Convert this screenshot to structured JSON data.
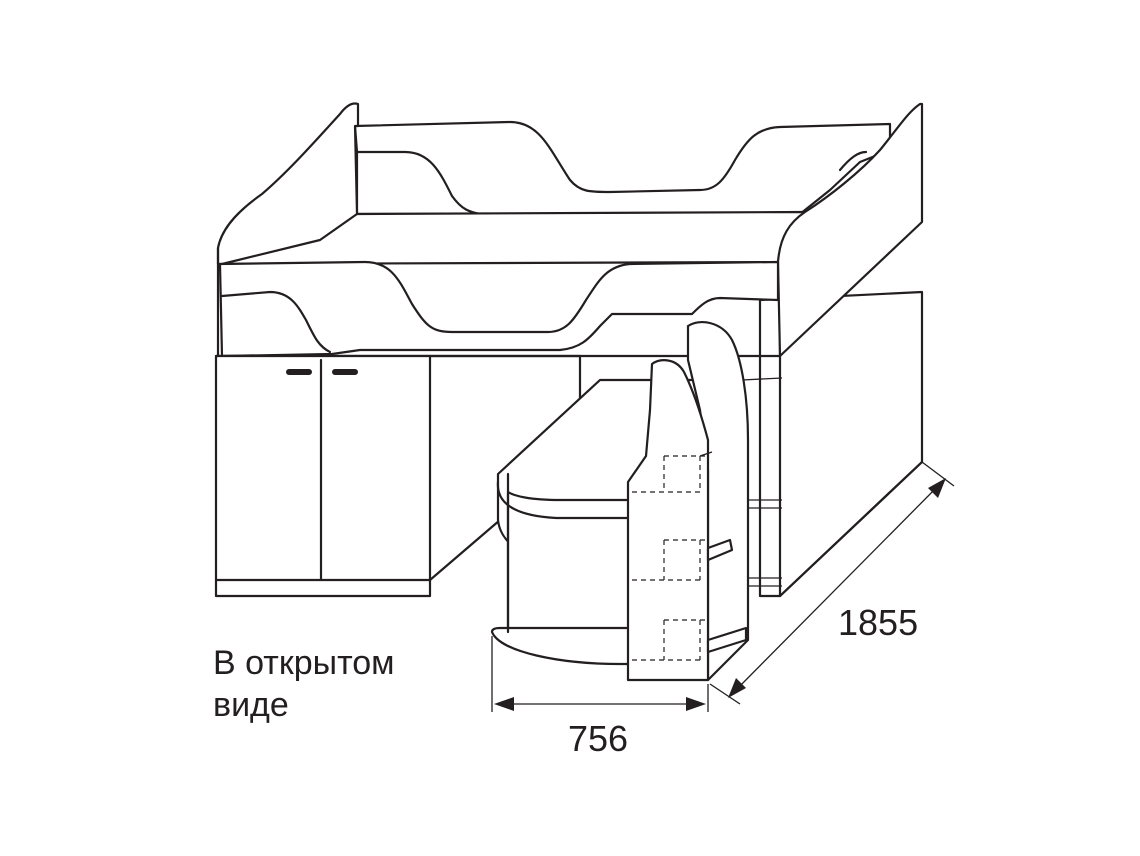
{
  "caption": {
    "line1": "В открытом",
    "line2": "виде"
  },
  "dimensions": {
    "depth": "1855",
    "width": "756"
  },
  "colors": {
    "stroke": "#231f20",
    "background": "#ffffff"
  }
}
